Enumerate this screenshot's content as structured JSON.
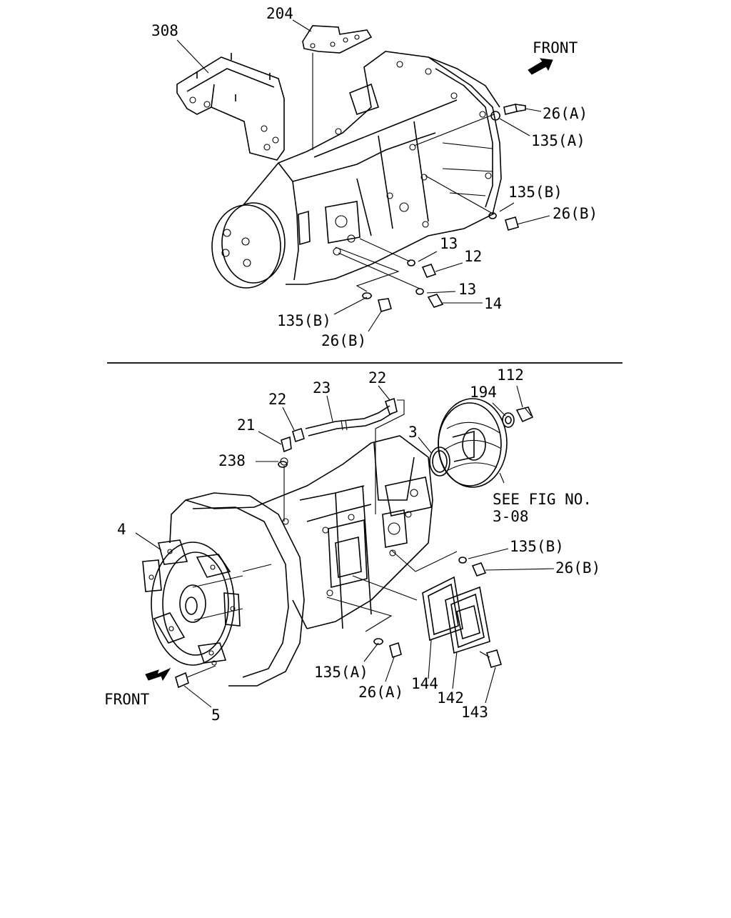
{
  "top": {
    "front_label": "FRONT",
    "labels": {
      "l308": "308",
      "l204": "204",
      "l26a": "26(A)",
      "l135a": "135(A)",
      "l135b_r": "135(B)",
      "l26b_r": "26(B)",
      "l13_a": "13",
      "l12": "12",
      "l13_b": "13",
      "l14": "14",
      "l135b_l": "135(B)",
      "l26b_l": "26(B)"
    }
  },
  "bottom": {
    "front_label": "FRONT",
    "see_fig_line1": "SEE FIG NO.",
    "see_fig_line2": "3-08",
    "labels": {
      "l22a": "22",
      "l23": "23",
      "l22b": "22",
      "l112": "112",
      "l194": "194",
      "l21": "21",
      "l3": "3",
      "l238": "238",
      "l4": "4",
      "l135b": "135(B)",
      "l26b": "26(B)",
      "l135a": "135(A)",
      "l26a": "26(A)",
      "l144": "144",
      "l142": "142",
      "l143": "143",
      "l5": "5"
    }
  }
}
